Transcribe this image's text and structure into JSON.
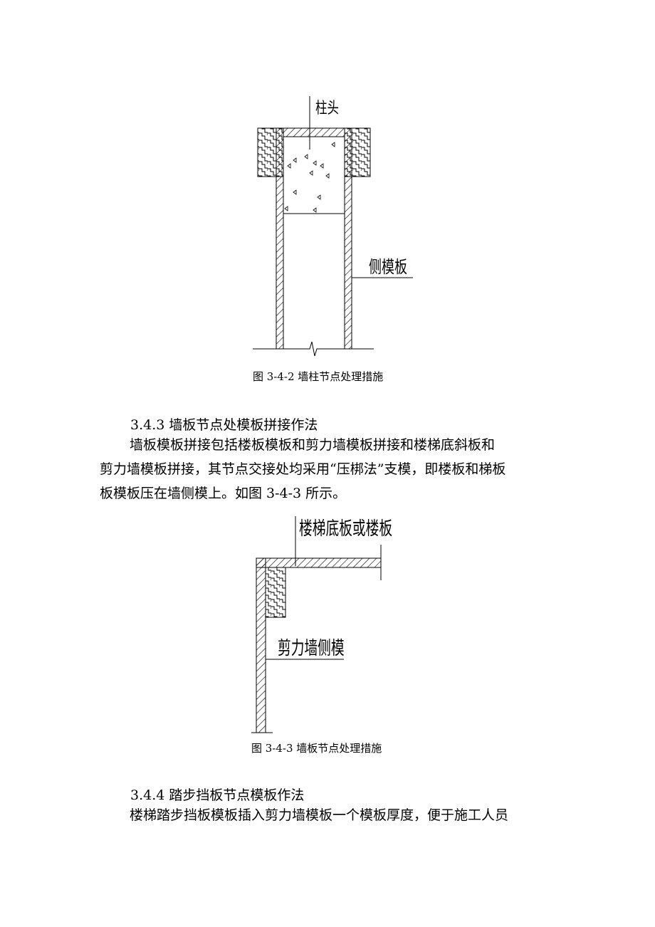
{
  "figure1": {
    "label_top": "柱头",
    "label_side": "侧模板",
    "caption": "图 3-4-2 墙柱节点处理措施"
  },
  "section_343": {
    "heading": "3.4.3 墙板节点处模板拼接作法",
    "lines": [
      "墙板模板拼接包括楼板模板和剪力墙模板拼接和楼梯底斜板和",
      "剪力墙模板拼接，其节点交接处均采用“压梆法”支模，即楼板和梯板",
      "板模板压在墙侧模上。如图 3-4-3 所示。"
    ]
  },
  "figure2": {
    "label_top": "楼梯底板或楼板",
    "label_side": "剪力墙侧模",
    "caption": "图 3-4-3 墙板节点处理措施"
  },
  "section_344": {
    "heading": "3.4.4 踏步挡板节点模板作法",
    "lines": [
      "楼梯踏步挡板模板插入剪力墙模板一个模板厚度，便于施工人员"
    ]
  }
}
